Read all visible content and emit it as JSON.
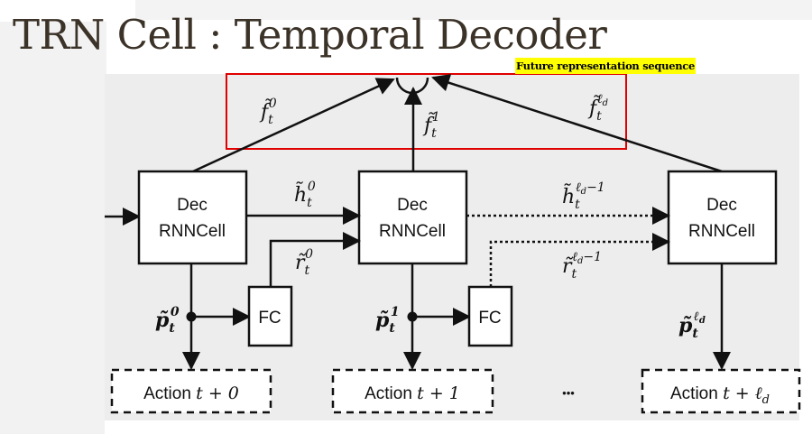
{
  "slide": {
    "title": "TRN Cell : Temporal Decoder"
  },
  "annotation": {
    "highlight_label": "Future representation sequence",
    "box_color": "#e00000",
    "highlight_color": "#ffff00"
  },
  "diagram": {
    "cells": [
      {
        "line1": "Dec",
        "line2": "RNNCell"
      },
      {
        "line1": "Dec",
        "line2": "RNNCell"
      },
      {
        "line1": "Dec",
        "line2": "RNNCell"
      }
    ],
    "fc": [
      "FC",
      "FC"
    ],
    "actions": [
      {
        "text": "Action ",
        "math": "t + 0"
      },
      {
        "text": "Action ",
        "math": "t + 1"
      },
      {
        "text": "Action ",
        "math": "t + ℓ",
        "sub": "d"
      }
    ],
    "ellipsis": "•••",
    "labels": {
      "f0": "f̃",
      "f0_sub": "t",
      "f0_sup": "0",
      "f1": "f̃",
      "f1_sub": "t",
      "f1_sup": "1",
      "fl": "f̃",
      "fl_sub": "t",
      "fl_sup": "ℓ",
      "fl_supsub": "d",
      "h0": "h̃",
      "h0_sub": "t",
      "h0_sup": "0",
      "hl": "h̃",
      "hl_sub": "t",
      "hl_sup": "ℓ",
      "hl_supsub": "d",
      "hl_supend": "−1",
      "r0": "r̃",
      "r0_sub": "t",
      "r0_sup": "0",
      "rl": "r̃",
      "rl_sub": "t",
      "rl_sup": "ℓ",
      "rl_supsub": "d",
      "rl_supend": "−1",
      "p0": "p̃",
      "p0_sub": "t",
      "p0_sup": "0",
      "p1": "p̃",
      "p1_sub": "t",
      "p1_sup": "1",
      "pl": "p̃",
      "pl_sub": "t",
      "pl_sup": "ℓ",
      "pl_supsub": "d"
    }
  }
}
